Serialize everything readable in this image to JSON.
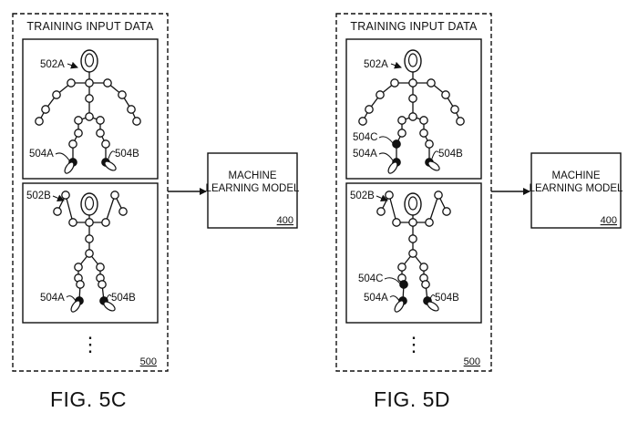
{
  "figures": [
    {
      "caption": "FIG. 5C",
      "header": "TRAINING INPUT DATA",
      "container_ref": "500",
      "ellipsis": "⋮",
      "top": {
        "figure_label": "502A",
        "labels": [
          {
            "key": "c",
            "text": ""
          },
          {
            "key": "a",
            "text": "504A"
          },
          {
            "key": "b",
            "text": "504B"
          }
        ],
        "filled": {
          "c": false,
          "a": true,
          "b": true
        }
      },
      "bottom": {
        "figure_label": "502B",
        "labels": [
          {
            "key": "c",
            "text": ""
          },
          {
            "key": "a",
            "text": "504A"
          },
          {
            "key": "b",
            "text": "504B"
          }
        ],
        "filled": {
          "c": false,
          "a": true,
          "b": true
        }
      },
      "model": {
        "line1": "MACHINE",
        "line2": "LEARNING MODEL",
        "ref": "400"
      }
    },
    {
      "caption": "FIG. 5D",
      "header": "TRAINING INPUT DATA",
      "container_ref": "500",
      "ellipsis": "⋮",
      "top": {
        "figure_label": "502A",
        "labels": [
          {
            "key": "c",
            "text": "504C"
          },
          {
            "key": "a",
            "text": "504A"
          },
          {
            "key": "b",
            "text": "504B"
          }
        ],
        "filled": {
          "c": true,
          "a": true,
          "b": true
        }
      },
      "bottom": {
        "figure_label": "502B",
        "labels": [
          {
            "key": "c",
            "text": "504C"
          },
          {
            "key": "a",
            "text": "504A"
          },
          {
            "key": "b",
            "text": "504B"
          }
        ],
        "filled": {
          "c": true,
          "a": true,
          "b": true
        }
      },
      "model": {
        "line1": "MACHINE",
        "line2": "LEARNING MODEL",
        "ref": "400"
      }
    }
  ]
}
